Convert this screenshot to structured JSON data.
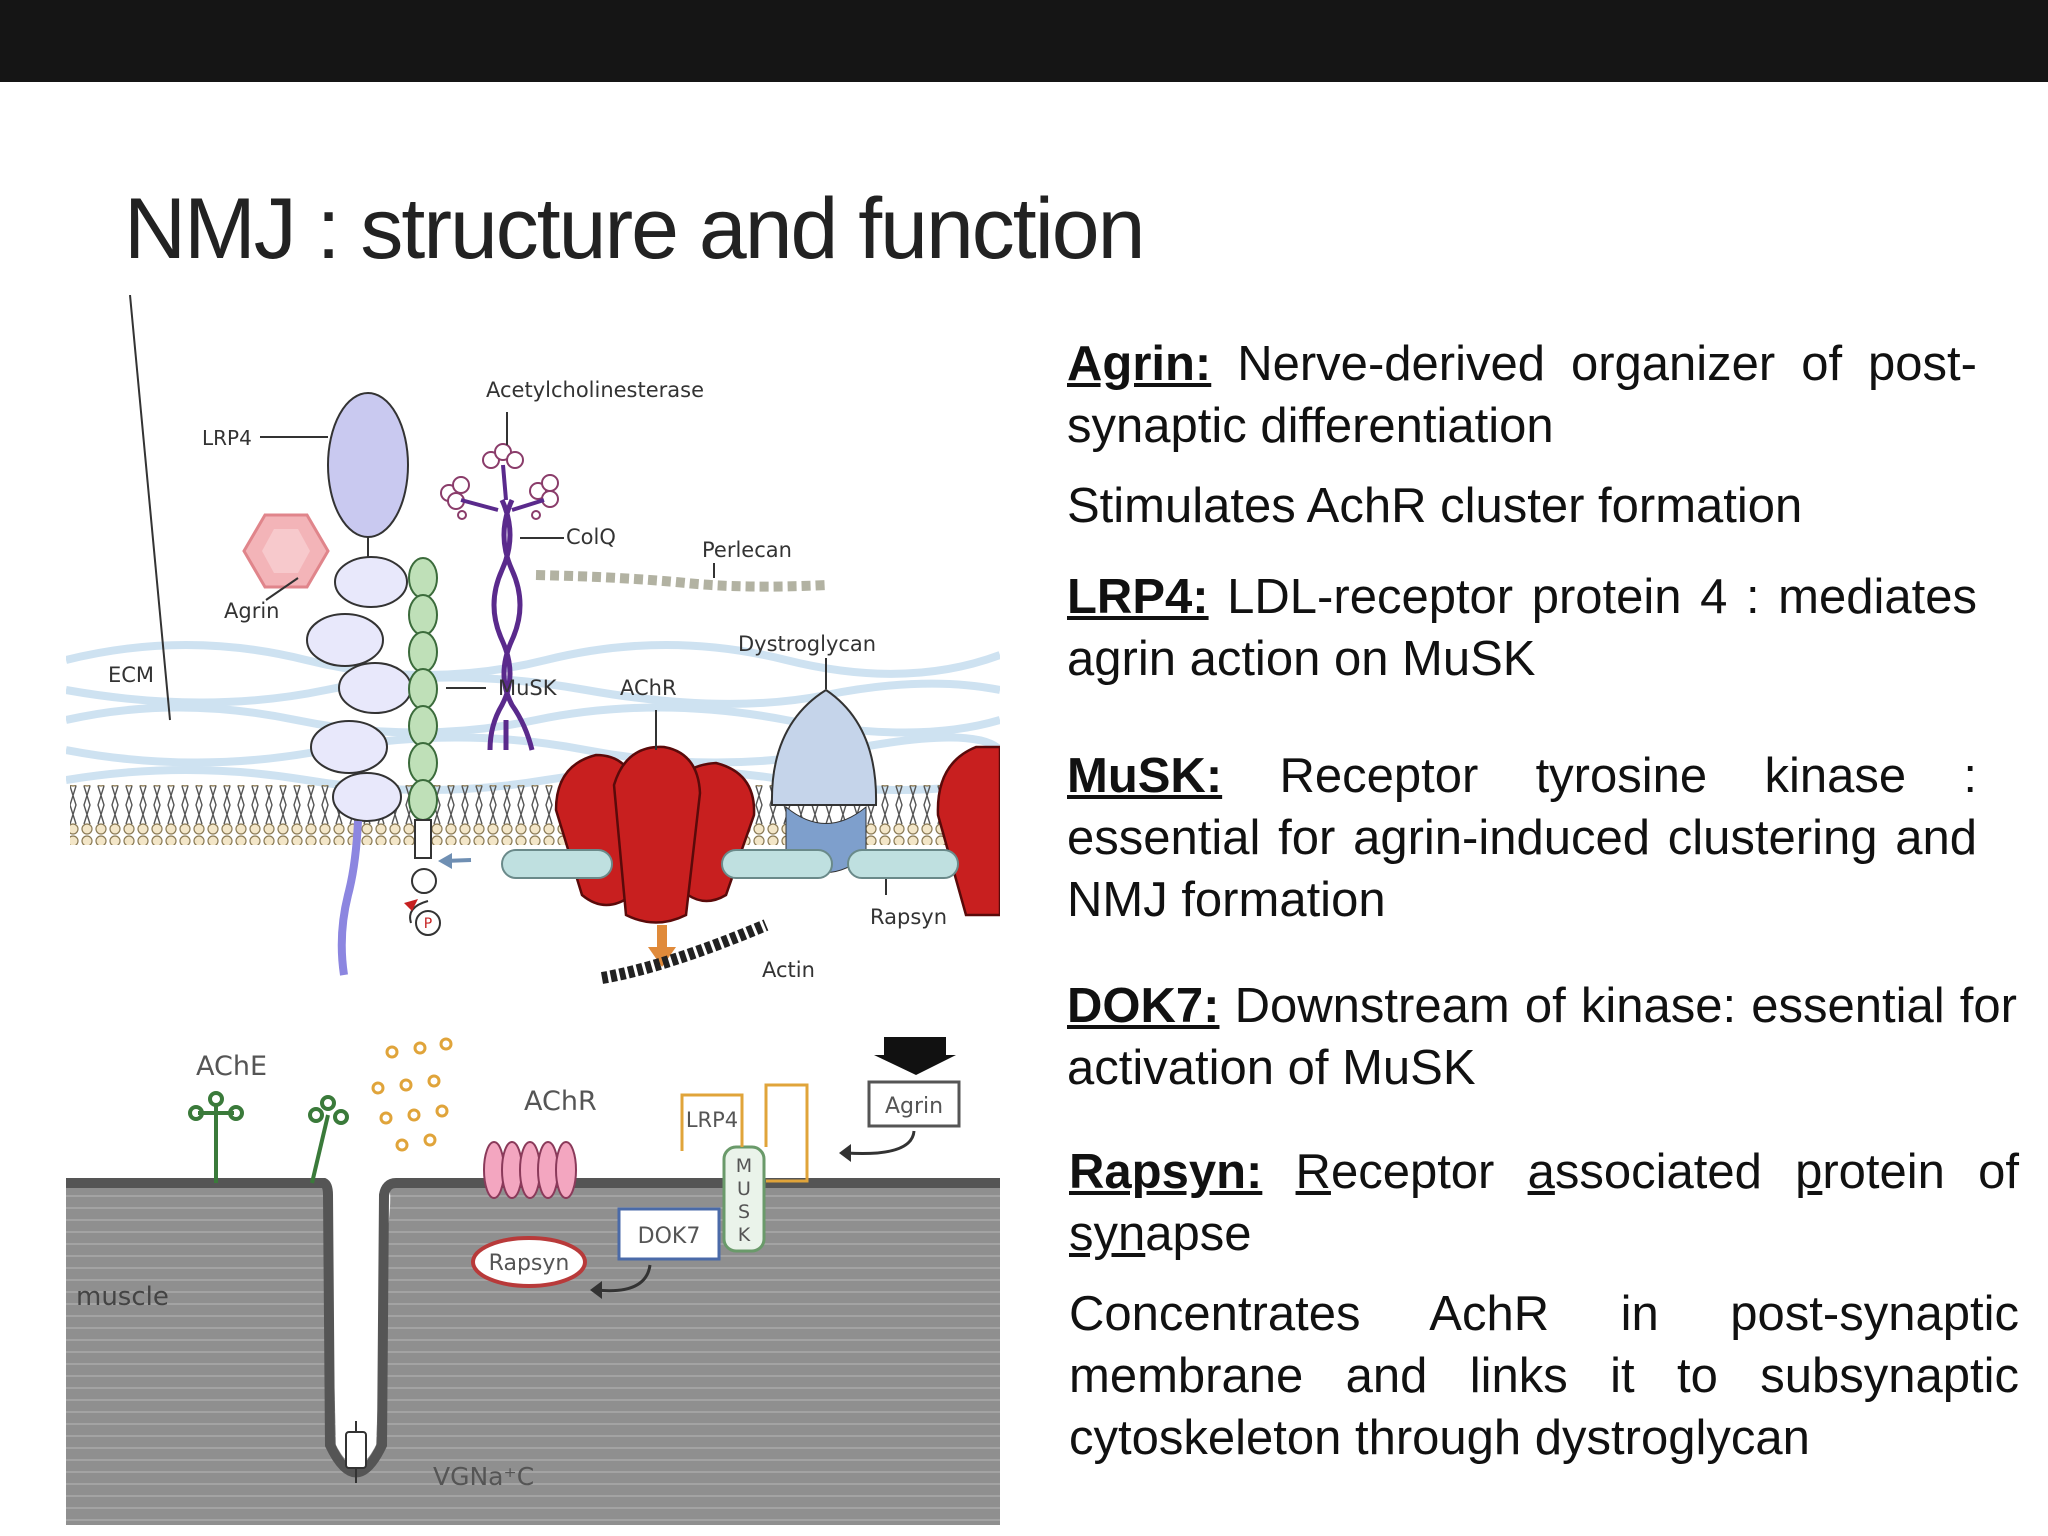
{
  "slide": {
    "title": "NMJ : structure and function"
  },
  "diagram_labels": {
    "acetylcholinesterase": "Acetylcholinesterase",
    "lrp4": "LRP4",
    "colq": "ColQ",
    "perlecan": "Perlecan",
    "agrin": "Agrin",
    "dystroglycan": "Dystroglycan",
    "ecm": "ECM",
    "musk": "MuSK",
    "achr": "AChR",
    "rapsyn": "Rapsyn",
    "actin": "Actin",
    "p": "P",
    "ache": "AChE",
    "achr2": "AChR",
    "lrp4_box": "LRP4",
    "agrin_box": "Agrin",
    "dok7_box": "DOK7",
    "musk_vertical": [
      "M",
      "U",
      "S",
      "K"
    ],
    "rapsyn_oval": "Rapsyn",
    "muscle": "muscle",
    "vgnac": "VGNa⁺C"
  },
  "definitions": {
    "agrin_term": "Agrin:",
    "agrin_text": " Nerve-derived organizer of post-synaptic differentiation",
    "agrin_text2": "Stimulates AchR cluster formation",
    "lrp4_term": "LRP4:",
    "lrp4_text": " LDL-receptor protein 4 : mediates agrin action on MuSK",
    "musk_term": "MuSK:",
    "musk_text": " Receptor tyrosine kinase : essential for agrin-induced clustering and NMJ formation",
    "dok7_term": "DOK7:",
    "dok7_text": " Downstream of kinase: essential for activation of MuSK",
    "rapsyn_term": "Rapsyn:",
    "rapsyn_r": "R",
    "rapsyn_t1": "eceptor ",
    "rapsyn_a": "a",
    "rapsyn_t2": "ssociated ",
    "rapsyn_p": "p",
    "rapsyn_t3": "rotein of ",
    "rapsyn_syn": "syn",
    "rapsyn_t4": "apse",
    "rapsyn_text2": "Concentrates AchR in post-synaptic membrane and links it to subsynaptic cytoskeleton through dystroglycan"
  }
}
